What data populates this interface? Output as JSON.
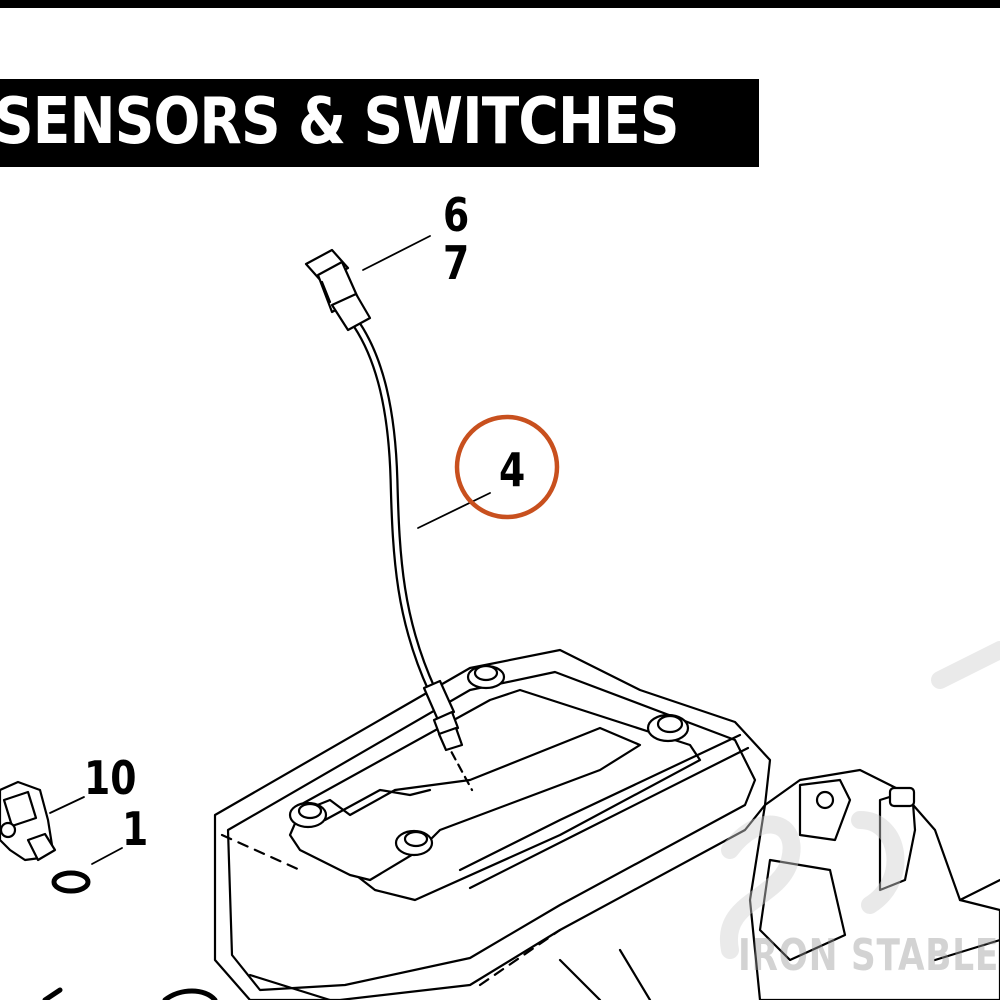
{
  "header": {
    "title": "SENSORS & SWITCHES"
  },
  "callouts": {
    "c6": "6",
    "c7": "7",
    "c4": "4",
    "c10": "10",
    "c1": "1"
  },
  "highlight": {
    "label": "4",
    "color": "#c8501e"
  },
  "watermark": {
    "text": "IRON STABLE"
  }
}
